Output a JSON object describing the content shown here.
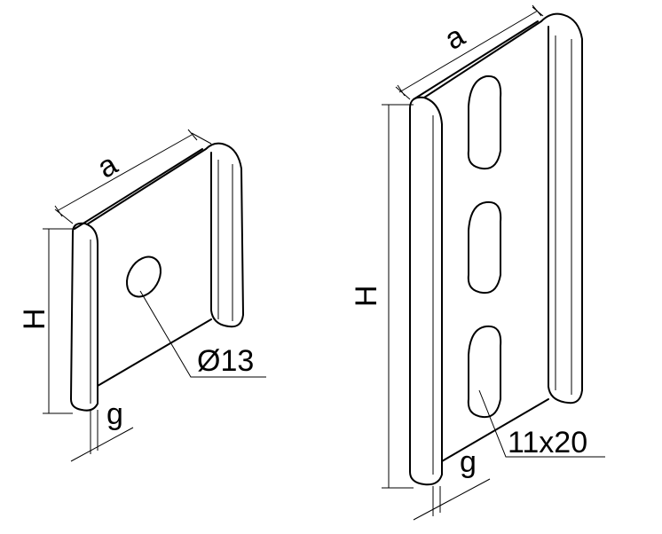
{
  "left_bracket": {
    "dim_width": "a",
    "dim_height": "H",
    "dim_thickness": "g",
    "hole_label": "Ø13"
  },
  "right_bracket": {
    "dim_width": "a",
    "dim_height": "H",
    "dim_thickness": "g",
    "slot_label": "11x20"
  },
  "colors": {
    "line": "#000000",
    "background": "#ffffff"
  }
}
